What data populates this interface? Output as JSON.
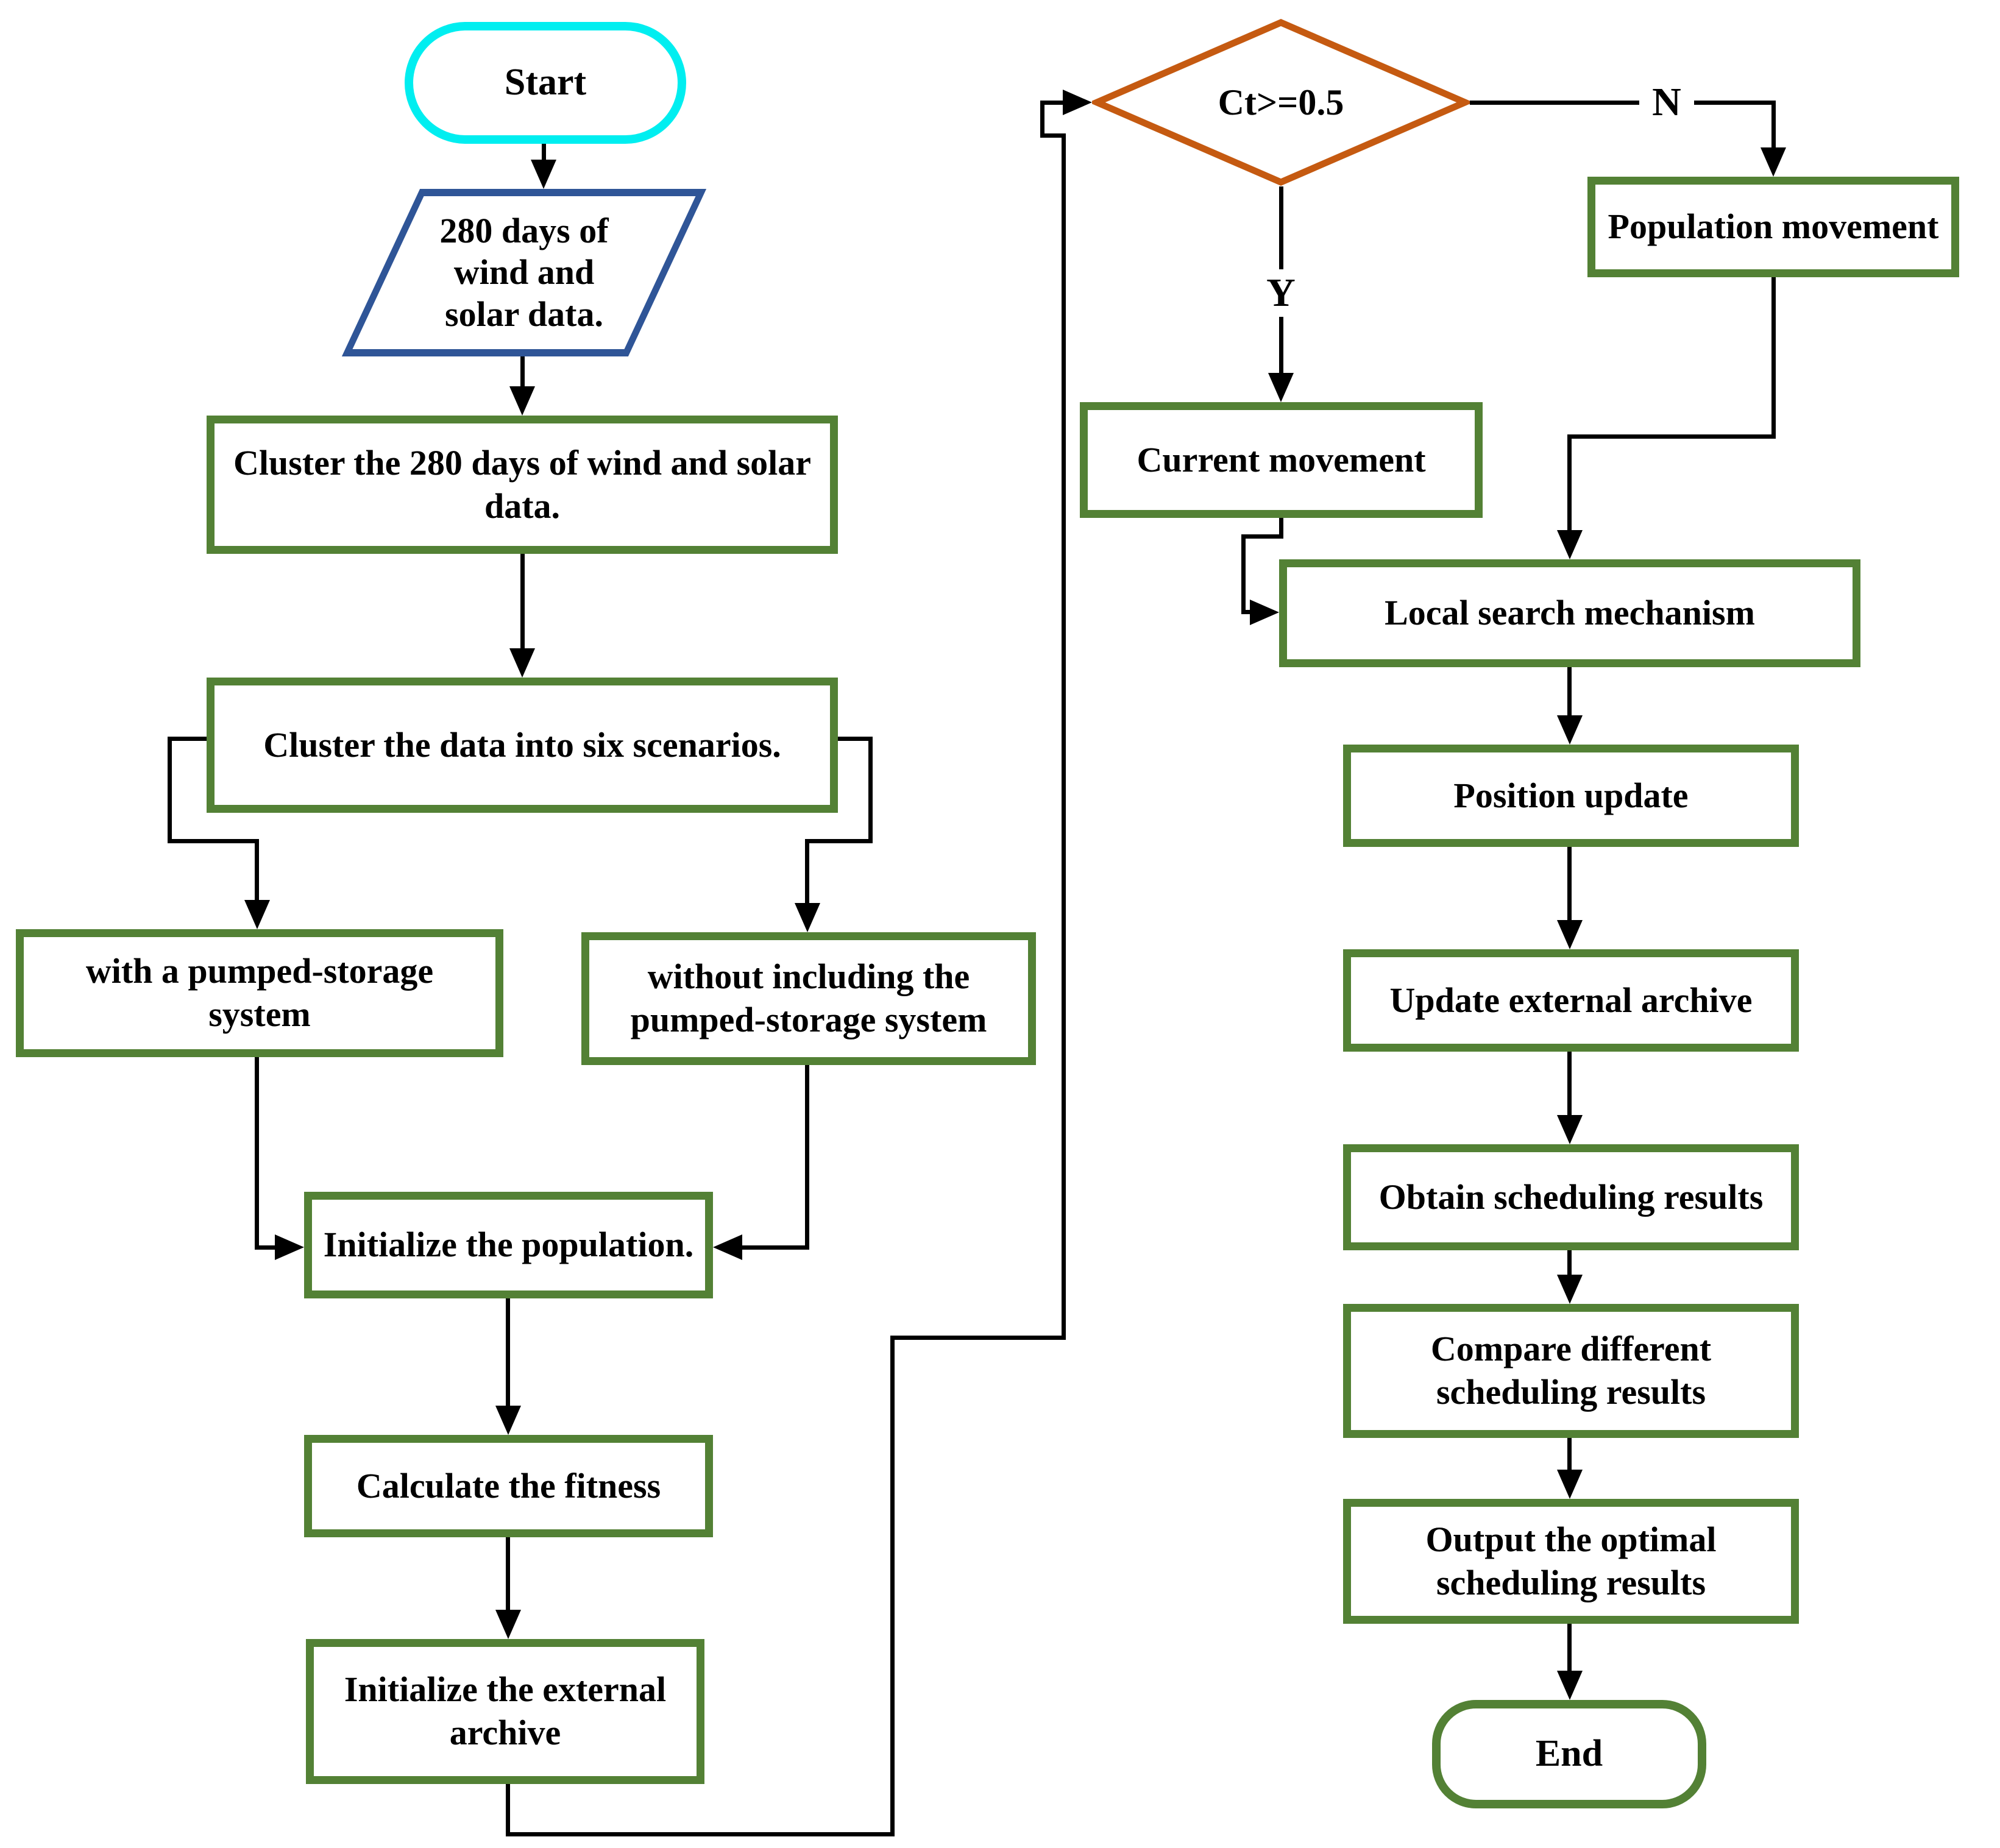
{
  "colors": {
    "process-border": "#538135",
    "io-border": "#2f5597",
    "start-border": "#00eef0",
    "decision-border": "#c55a11",
    "connector": "#000000"
  },
  "nodes": {
    "start": {
      "label": "Start"
    },
    "data_input": {
      "lines": [
        "280 days of",
        "wind and",
        "solar data."
      ]
    },
    "cluster_280": {
      "lines": [
        "Cluster the 280 days of wind and solar",
        "data."
      ]
    },
    "cluster_six": {
      "label": "Cluster the data into six scenarios."
    },
    "with_pumped": {
      "lines": [
        "with a pumped-storage",
        "system"
      ]
    },
    "without_pumped": {
      "lines": [
        "without including the",
        "pumped-storage system"
      ]
    },
    "init_population": {
      "label": "Initialize the population."
    },
    "calc_fitness": {
      "label": "Calculate the fitness"
    },
    "init_external_archive": {
      "lines": [
        "Initialize the external",
        "archive"
      ]
    },
    "decision": {
      "label": "Ct>=0.5",
      "yes_label": "Y",
      "no_label": "N"
    },
    "current_movement": {
      "label": "Current movement"
    },
    "population_movement": {
      "label": "Population movement"
    },
    "local_search": {
      "label": "Local search mechanism"
    },
    "position_update": {
      "label": "Position update"
    },
    "update_external_archive": {
      "label": "Update external archive"
    },
    "obtain_results": {
      "label": "Obtain scheduling results"
    },
    "compare_results": {
      "lines": [
        "Compare different",
        "scheduling results"
      ]
    },
    "output_results": {
      "lines": [
        "Output the optimal",
        "scheduling results"
      ]
    },
    "end": {
      "label": "End"
    }
  }
}
